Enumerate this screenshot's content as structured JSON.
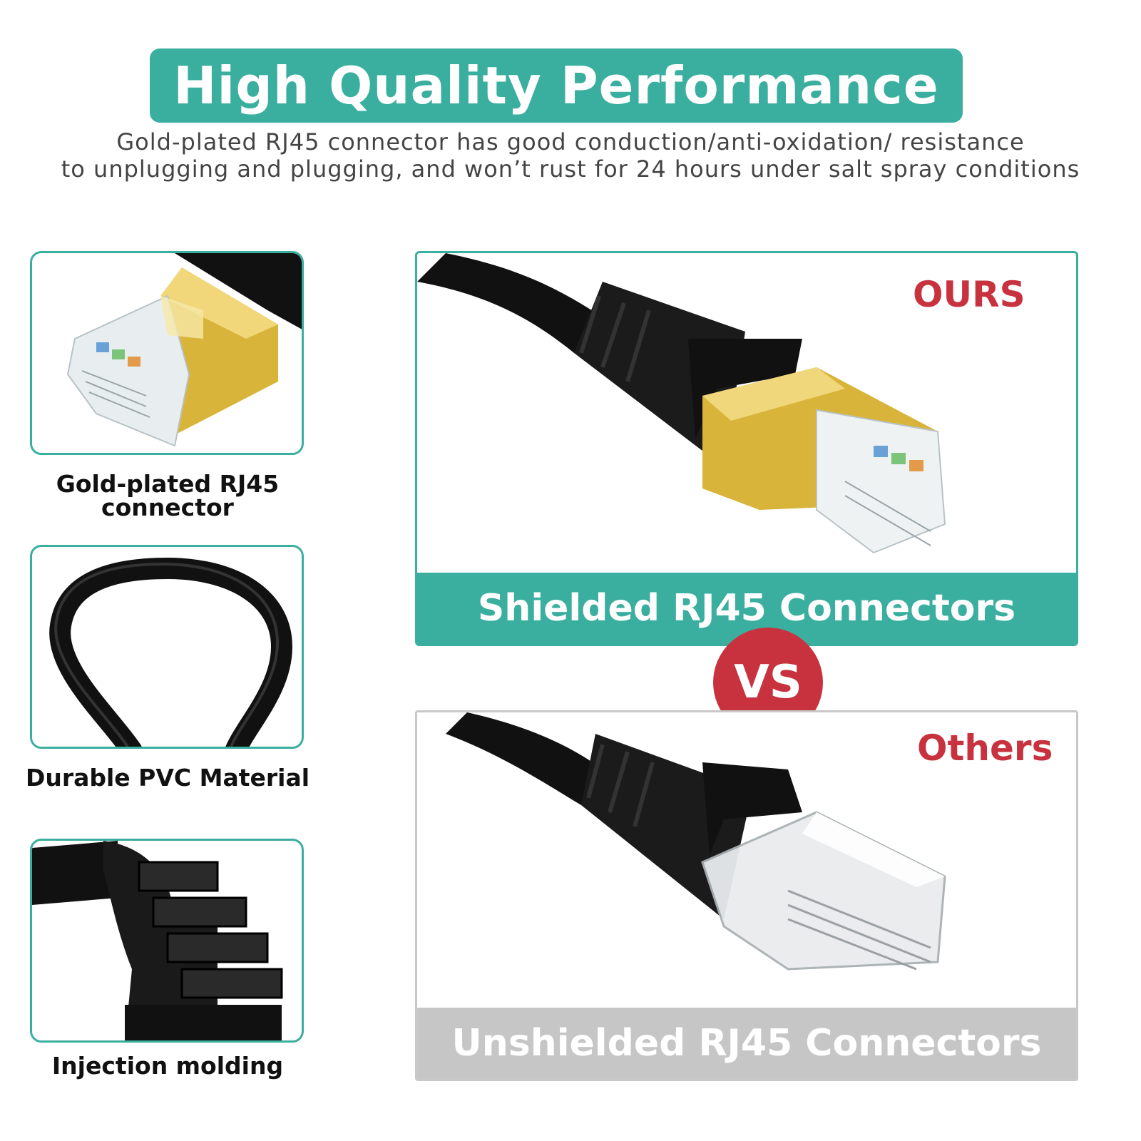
{
  "header": {
    "title": "High Quality Performance",
    "subtitle_line1": "Gold-plated RJ45 connector has good conduction/anti-oxidation/ resistance",
    "subtitle_line2": "to unplugging and plugging, and won’t rust for 24 hours under salt spray conditions"
  },
  "features": [
    {
      "label_line1": "Gold-plated RJ45",
      "label_line2": "connector",
      "icon": "gold-rj45-connector-photo"
    },
    {
      "label": "Durable PVC Material",
      "icon": "pvc-cable-loop-photo"
    },
    {
      "label": "Injection molding",
      "icon": "injection-molded-boot-photo"
    }
  ],
  "comparison": {
    "ours": {
      "tag": "OURS",
      "caption": "Shielded RJ45 Connectors"
    },
    "vs": "VS",
    "others": {
      "tag": "Others",
      "caption": "Unshielded RJ45 Connectors"
    }
  },
  "colors": {
    "teal": "#3aaf9f",
    "red": "#c8323e",
    "gray": "#c6c6c6",
    "gold": "#d9b43a",
    "black": "#111111"
  }
}
